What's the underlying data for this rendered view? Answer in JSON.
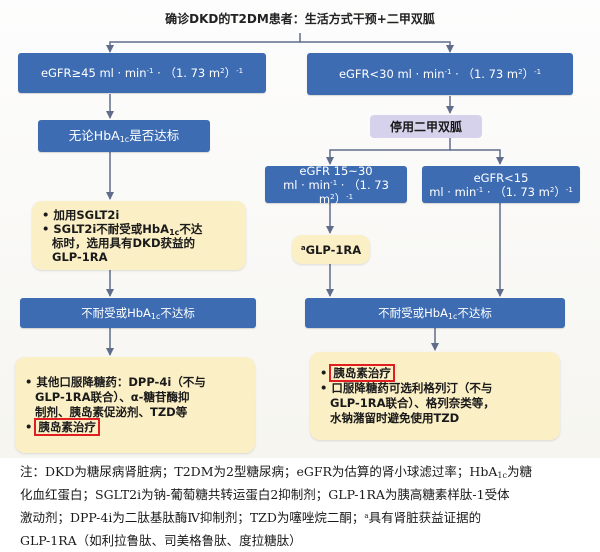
{
  "title": "确诊DKD的T2DM患者：生活方式干预+二甲双胍",
  "egfr_ge45": {
    "main": "eGFR≥45 ml · min",
    "exp1": "-1",
    "mid": " · （1. 73  m",
    "exp2": "2",
    "end": "）",
    "exp3": "-1"
  },
  "egfr_lt30": {
    "main": "eGFR<30 ml · min",
    "exp1": "-1",
    "mid": " · （1. 73  m",
    "exp2": "2",
    "end": "）",
    "exp3": "-1"
  },
  "hba1c_question": {
    "pre": "无论HbA",
    "sub": "1c",
    "post": "是否达标"
  },
  "stop_metformin": "停用二甲双胍",
  "egfr_15_30": {
    "line1": "eGFR  15~30",
    "line2": "ml · min",
    "exp1": "-1",
    "mid": " · （1. 73  m",
    "exp2": "2",
    "end": "）",
    "exp3": "-1"
  },
  "egfr_lt15": {
    "line1": "eGFR<15",
    "line2": "ml · min",
    "exp1": "-1",
    "mid": " · （1. 73  m",
    "exp2": "2",
    "end": "）",
    "exp3": "-1"
  },
  "sglt2_box": {
    "item1": "加用SGLT2i",
    "item2_a": "SGLT2i不耐受或HbA",
    "item2_sub": "1c",
    "item2_b": "不达",
    "item2_c": "标时，选用具有DKD获益的",
    "item2_d": "GLP-1RA"
  },
  "glp1_box": {
    "mark": "a",
    "text": "GLP-1RA"
  },
  "intolerant_left": {
    "pre": "不耐受或HbA",
    "sub": "1c",
    "post": "不达标"
  },
  "intolerant_right": {
    "pre": "不耐受或HbA",
    "sub": "1c",
    "post": "不达标"
  },
  "left_final": {
    "line1": "其他口服降糖药：DPP-4i（不与",
    "line2": "GLP-1RA联合）、α-糖苷酶抑",
    "line3": "制剂、胰岛素促泌剂、TZD等",
    "line4": "胰岛素治疗"
  },
  "right_final": {
    "line1": "胰岛素治疗",
    "line2": "口服降糖药可选利格列汀（不与",
    "line3": "GLP-1RA联合）、格列奈类等，",
    "line4": "水钠潴留时避免使用TZD"
  },
  "note": {
    "line1_a": "注：DKD为糖尿病肾脏病；T2DM为2型糖尿病；eGFR为估算的肾小球滤过率；HbA",
    "line1_sub": "1c",
    "line1_b": "为糖",
    "line2": "化血红蛋白；SGLT2i为钠-葡萄糖共转运蛋白2抑制剂；GLP-1RA为胰高糖素样肽-1受体",
    "line3_a": "激动剂；DPP-4i为二肽基肽酶Ⅳ抑制剂；TZD为噻唑烷二酮；",
    "line3_sup": "a",
    "line3_b": "具有肾脏获益证据的",
    "line4": "GLP-1RA（如利拉鲁肽、司美格鲁肽、度拉糖肽）"
  },
  "colors": {
    "box_blue": "#3d6cb3",
    "box_cream": "#fbefc6",
    "box_lavender": "#d6d2ec",
    "connector": "#5f6d8a",
    "highlight_red": "#e02020"
  }
}
